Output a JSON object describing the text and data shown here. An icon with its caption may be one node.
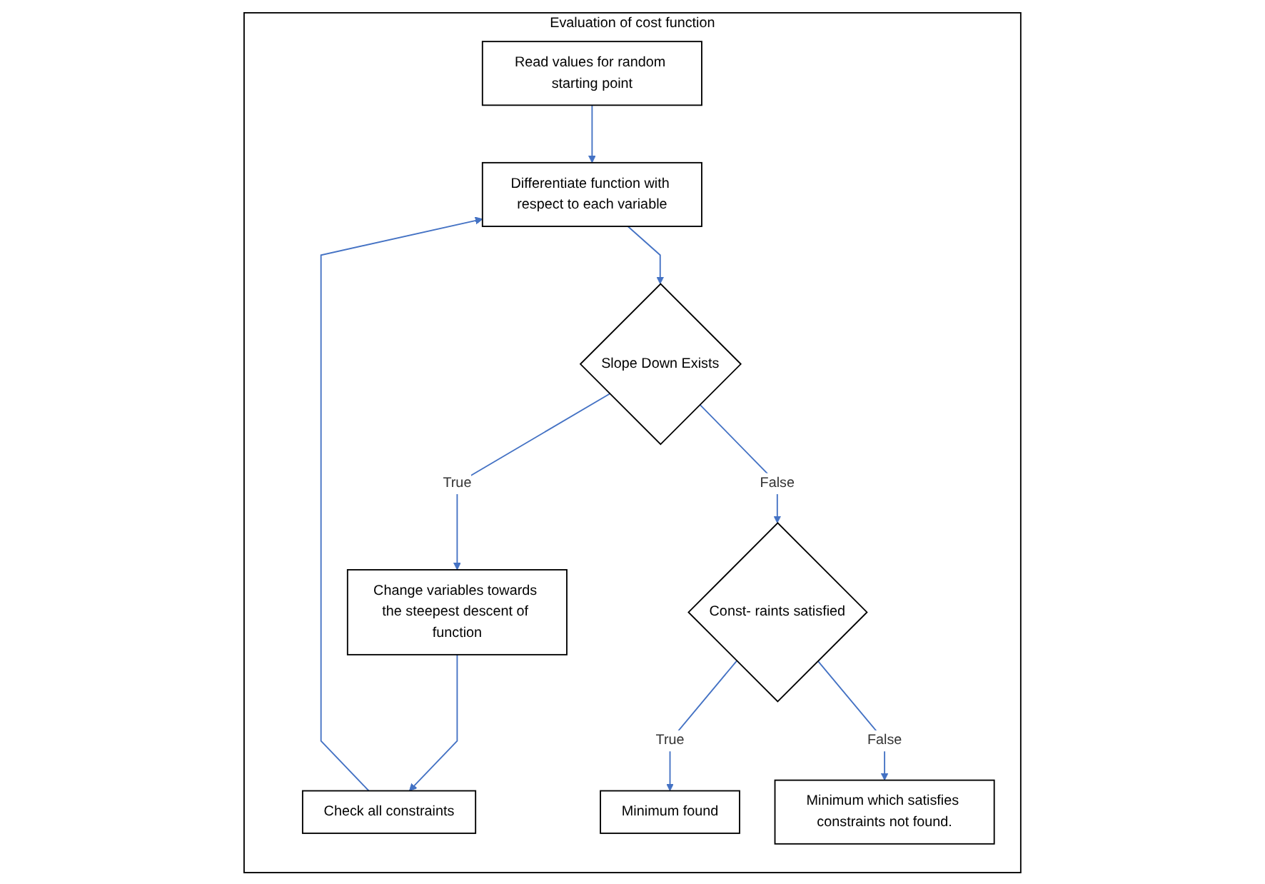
{
  "diagram": {
    "nodes": [
      {
        "text": [
          "Evaluation of cost function"
        ]
      },
      {
        "text": [
          "Read values for random starting point"
        ],
        "in": 0
      },
      {
        "text": [
          "Differentiate function with respect to each variable"
        ],
        "in": 0
      },
      {
        "text": [
          "Slope Down Exists"
        ],
        "in": 0
      },
      {
        "text": [
          "Change variables towards the steepest descent of function"
        ],
        "in": 0
      },
      {
        "text": [
          "Const- raints satisfied"
        ],
        "in": 0
      },
      {
        "text": [
          "Check all constraints"
        ],
        "in": 0
      },
      {
        "text": [
          "Minimum found"
        ],
        "in": 0
      },
      {
        "text": [
          "Minimum which satisfies constraints not found."
        ],
        "in": 0
      }
    ],
    "edges": [
      {
        "from": 1,
        "to": 2,
        "arrow": "to"
      },
      {
        "from": 2,
        "to": 3,
        "arrow": "to"
      },
      {
        "from": 3,
        "to": 4,
        "arrow": "to",
        "label": "True"
      },
      {
        "from": 3,
        "to": 5,
        "arrow": "to",
        "label": "False"
      },
      {
        "from": 4,
        "to": 6,
        "arrow": "to"
      },
      {
        "from": 6,
        "to": 2,
        "arrow": "to"
      },
      {
        "from": 5,
        "to": 7,
        "arrow": "to",
        "label": "True"
      },
      {
        "from": 5,
        "to": 8,
        "arrow": "to",
        "label": "False"
      }
    ]
  }
}
